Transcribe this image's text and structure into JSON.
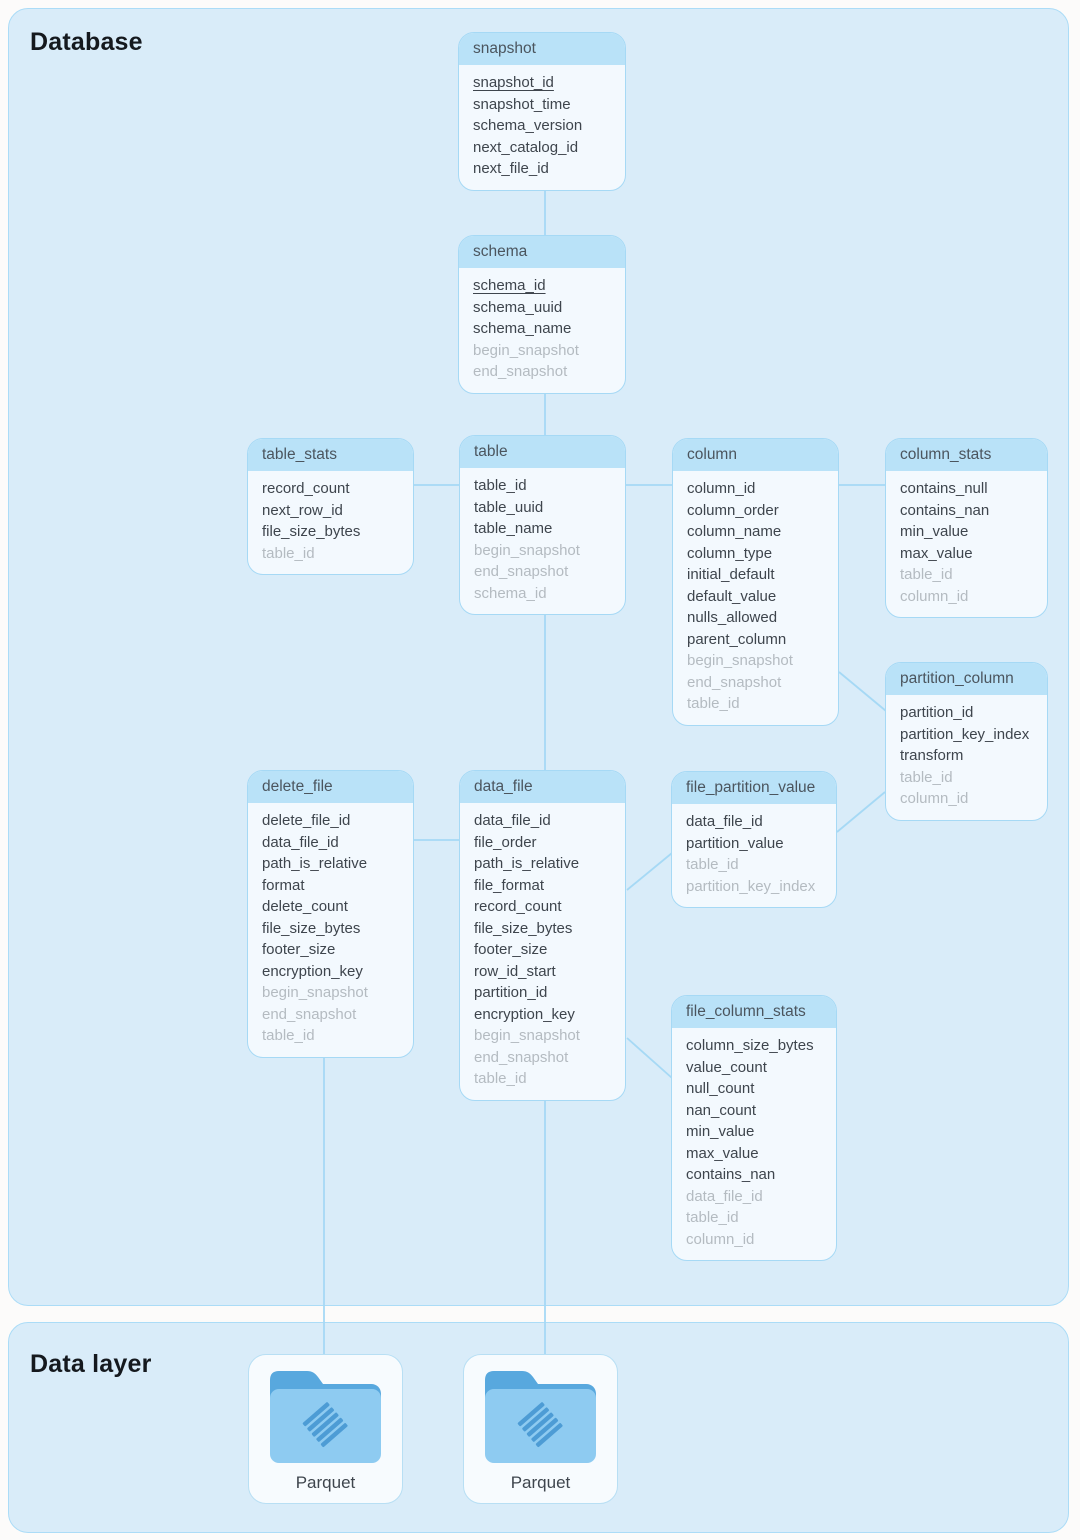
{
  "page": {
    "database_title": "Database",
    "data_layer_title": "Data layer"
  },
  "colors": {
    "panel_fill": "#d9ecf9",
    "panel_border": "#abdcf7",
    "box_header_fill": "#b9e2f8",
    "box_body_fill": "#f3f9fe",
    "box_border": "#a6d9f5",
    "connector": "#a6d9f5",
    "field_text": "#3e454d",
    "muted_field_text": "#b4bbc1",
    "folder_dark_blue": "#58a8de",
    "folder_light_blue": "#8ecbf1",
    "parquet_logo_blue": "#4d9cd5"
  },
  "entities": {
    "snapshot": {
      "title": "snapshot",
      "fields": [
        {
          "text": "snapshot_id",
          "pk": true
        },
        {
          "text": "snapshot_time"
        },
        {
          "text": "schema_version"
        },
        {
          "text": "next_catalog_id"
        },
        {
          "text": "next_file_id"
        }
      ]
    },
    "schema": {
      "title": "schema",
      "fields": [
        {
          "text": "schema_id",
          "pk": true
        },
        {
          "text": "schema_uuid"
        },
        {
          "text": "schema_name"
        },
        {
          "text": "begin_snapshot",
          "muted": true
        },
        {
          "text": "end_snapshot",
          "muted": true
        }
      ]
    },
    "table_stats": {
      "title": "table_stats",
      "fields": [
        {
          "text": "record_count"
        },
        {
          "text": "next_row_id"
        },
        {
          "text": "file_size_bytes"
        },
        {
          "text": "table_id",
          "muted": true
        }
      ]
    },
    "table": {
      "title": "table",
      "fields": [
        {
          "text": "table_id"
        },
        {
          "text": "table_uuid"
        },
        {
          "text": "table_name"
        },
        {
          "text": "begin_snapshot",
          "muted": true
        },
        {
          "text": "end_snapshot",
          "muted": true
        },
        {
          "text": "schema_id",
          "muted": true
        }
      ]
    },
    "column": {
      "title": "column",
      "fields": [
        {
          "text": "column_id"
        },
        {
          "text": "column_order"
        },
        {
          "text": "column_name"
        },
        {
          "text": "column_type"
        },
        {
          "text": "initial_default"
        },
        {
          "text": "default_value"
        },
        {
          "text": "nulls_allowed"
        },
        {
          "text": "parent_column"
        },
        {
          "text": "begin_snapshot",
          "muted": true
        },
        {
          "text": "end_snapshot",
          "muted": true
        },
        {
          "text": "table_id",
          "muted": true
        }
      ]
    },
    "column_stats": {
      "title": "column_stats",
      "fields": [
        {
          "text": "contains_null"
        },
        {
          "text": "contains_nan"
        },
        {
          "text": "min_value"
        },
        {
          "text": "max_value"
        },
        {
          "text": "table_id",
          "muted": true
        },
        {
          "text": "column_id",
          "muted": true
        }
      ]
    },
    "partition_column": {
      "title": "partition_column",
      "fields": [
        {
          "text": "partition_id"
        },
        {
          "text": "partition_key_index"
        },
        {
          "text": "transform"
        },
        {
          "text": "table_id",
          "muted": true
        },
        {
          "text": "column_id",
          "muted": true
        }
      ]
    },
    "delete_file": {
      "title": "delete_file",
      "fields": [
        {
          "text": "delete_file_id"
        },
        {
          "text": "data_file_id"
        },
        {
          "text": "path_is_relative"
        },
        {
          "text": "format"
        },
        {
          "text": "delete_count"
        },
        {
          "text": "file_size_bytes"
        },
        {
          "text": "footer_size"
        },
        {
          "text": "encryption_key"
        },
        {
          "text": "begin_snapshot",
          "muted": true
        },
        {
          "text": "end_snapshot",
          "muted": true
        },
        {
          "text": "table_id",
          "muted": true
        }
      ]
    },
    "data_file": {
      "title": "data_file",
      "fields": [
        {
          "text": "data_file_id"
        },
        {
          "text": "file_order"
        },
        {
          "text": "path_is_relative"
        },
        {
          "text": "file_format"
        },
        {
          "text": "record_count"
        },
        {
          "text": "file_size_bytes"
        },
        {
          "text": "footer_size"
        },
        {
          "text": "row_id_start"
        },
        {
          "text": "partition_id"
        },
        {
          "text": "encryption_key"
        },
        {
          "text": "begin_snapshot",
          "muted": true
        },
        {
          "text": "end_snapshot",
          "muted": true
        },
        {
          "text": "table_id",
          "muted": true
        }
      ]
    },
    "file_partition_value": {
      "title": "file_partition_value",
      "fields": [
        {
          "text": "data_file_id"
        },
        {
          "text": "partition_value"
        },
        {
          "text": "table_id",
          "muted": true
        },
        {
          "text": "partition_key_index",
          "muted": true
        }
      ]
    },
    "file_column_stats": {
      "title": "file_column_stats",
      "fields": [
        {
          "text": "column_size_bytes"
        },
        {
          "text": "value_count"
        },
        {
          "text": "null_count"
        },
        {
          "text": "nan_count"
        },
        {
          "text": "min_value"
        },
        {
          "text": "max_value"
        },
        {
          "text": "contains_nan"
        },
        {
          "text": "data_file_id",
          "muted": true
        },
        {
          "text": "table_id",
          "muted": true
        },
        {
          "text": "column_id",
          "muted": true
        }
      ]
    }
  },
  "data_layer": {
    "folders": [
      {
        "label": "Parquet"
      },
      {
        "label": "Parquet"
      }
    ]
  },
  "connections": [
    {
      "from": "snapshot",
      "to": "schema"
    },
    {
      "from": "schema",
      "to": "table"
    },
    {
      "from": "table_stats",
      "to": "table"
    },
    {
      "from": "table",
      "to": "column"
    },
    {
      "from": "column",
      "to": "column_stats"
    },
    {
      "from": "column",
      "to": "partition_column"
    },
    {
      "from": "table",
      "to": "data_file"
    },
    {
      "from": "delete_file",
      "to": "data_file"
    },
    {
      "from": "data_file",
      "to": "file_partition_value"
    },
    {
      "from": "file_partition_value",
      "to": "partition_column"
    },
    {
      "from": "data_file",
      "to": "file_column_stats"
    },
    {
      "from": "delete_file",
      "to": "parquet_1"
    },
    {
      "from": "data_file",
      "to": "parquet_2"
    }
  ]
}
